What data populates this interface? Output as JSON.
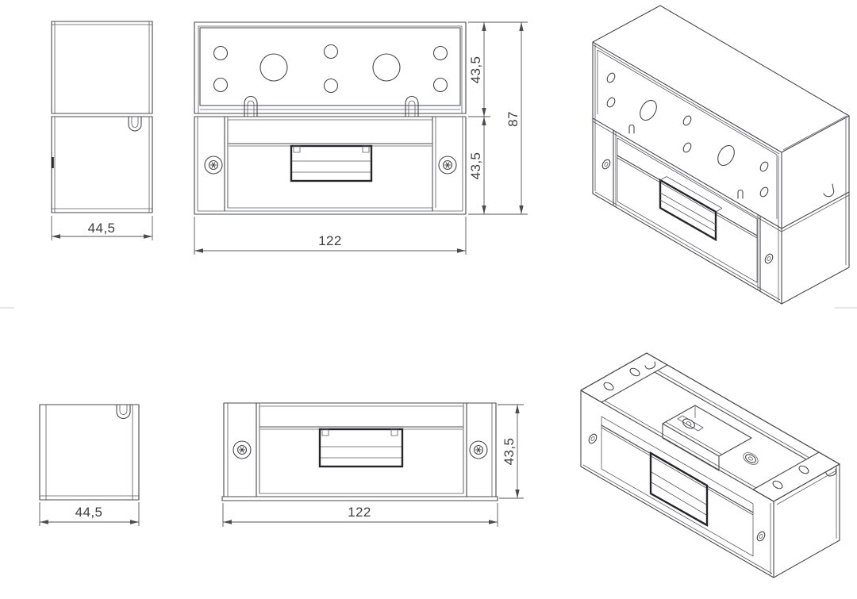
{
  "colors": {
    "background": "#ffffff",
    "line": "#47484c",
    "bold_line": "#26262a",
    "dimension_line": "#55565a",
    "dimension_text": "#3e3f42",
    "separator": "#e7e7ea"
  },
  "dimensions": {
    "top_side_width": "44,5",
    "top_front_length": "122",
    "top_front_height_upper": "43,5",
    "top_front_height_lower": "43,5",
    "top_front_height_total": "87",
    "bottom_side_width": "44,5",
    "bottom_front_length": "122",
    "bottom_front_height": "43,5"
  }
}
